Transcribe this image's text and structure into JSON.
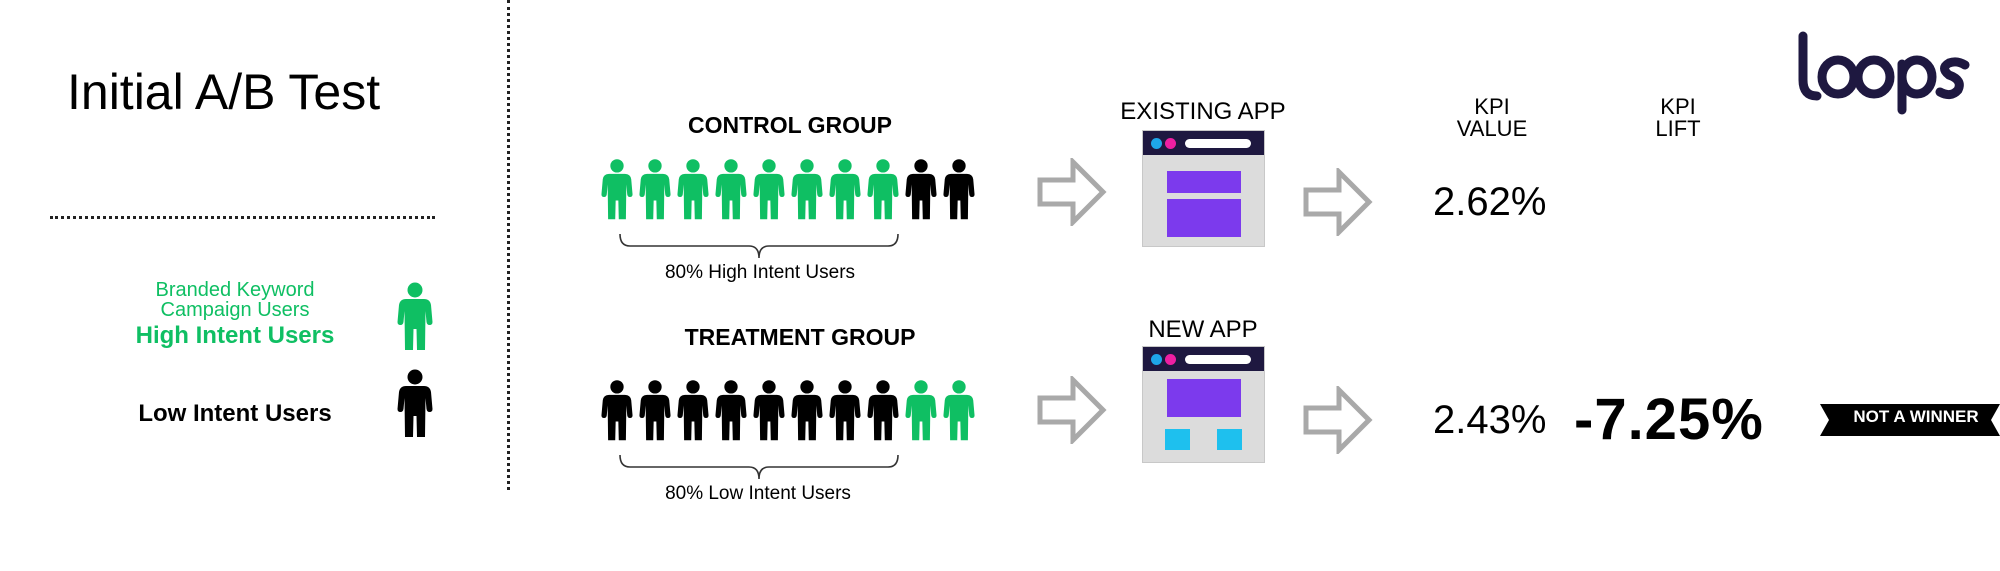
{
  "title": "Initial A/B Test",
  "legend": {
    "high_line1": "Branded Keyword",
    "high_line2": "Campaign Users",
    "high_label": "High Intent Users",
    "low_label": "Low Intent Users",
    "high_icon": "person-icon",
    "low_icon": "person-icon"
  },
  "colors": {
    "high_intent": "#0fbf63",
    "low_intent": "#000000",
    "app_header": "#1e1840",
    "app_block": "#7c3aed",
    "app_accent": "#1ec0ee",
    "arrow": "#a9a9a9",
    "logo": "#1e1840"
  },
  "groups": [
    {
      "title": "CONTROL GROUP",
      "people": [
        "high",
        "high",
        "high",
        "high",
        "high",
        "high",
        "high",
        "high",
        "low",
        "low"
      ],
      "caption": "80% High Intent Users",
      "app_label": "EXISTING APP",
      "kpi_value": "2.62%"
    },
    {
      "title": "TREATMENT GROUP",
      "people": [
        "low",
        "low",
        "low",
        "low",
        "low",
        "low",
        "low",
        "low",
        "high",
        "high"
      ],
      "caption": "80% Low Intent Users",
      "app_label": "NEW APP",
      "kpi_value": "2.43%",
      "kpi_lift": "-7.25%",
      "badge": "NOT A WINNER"
    }
  ],
  "kpi_headers": {
    "value_line1": "KPI",
    "value_line2": "VALUE",
    "lift_line1": "KPI",
    "lift_line2": "LIFT"
  },
  "logo_text": "loops"
}
